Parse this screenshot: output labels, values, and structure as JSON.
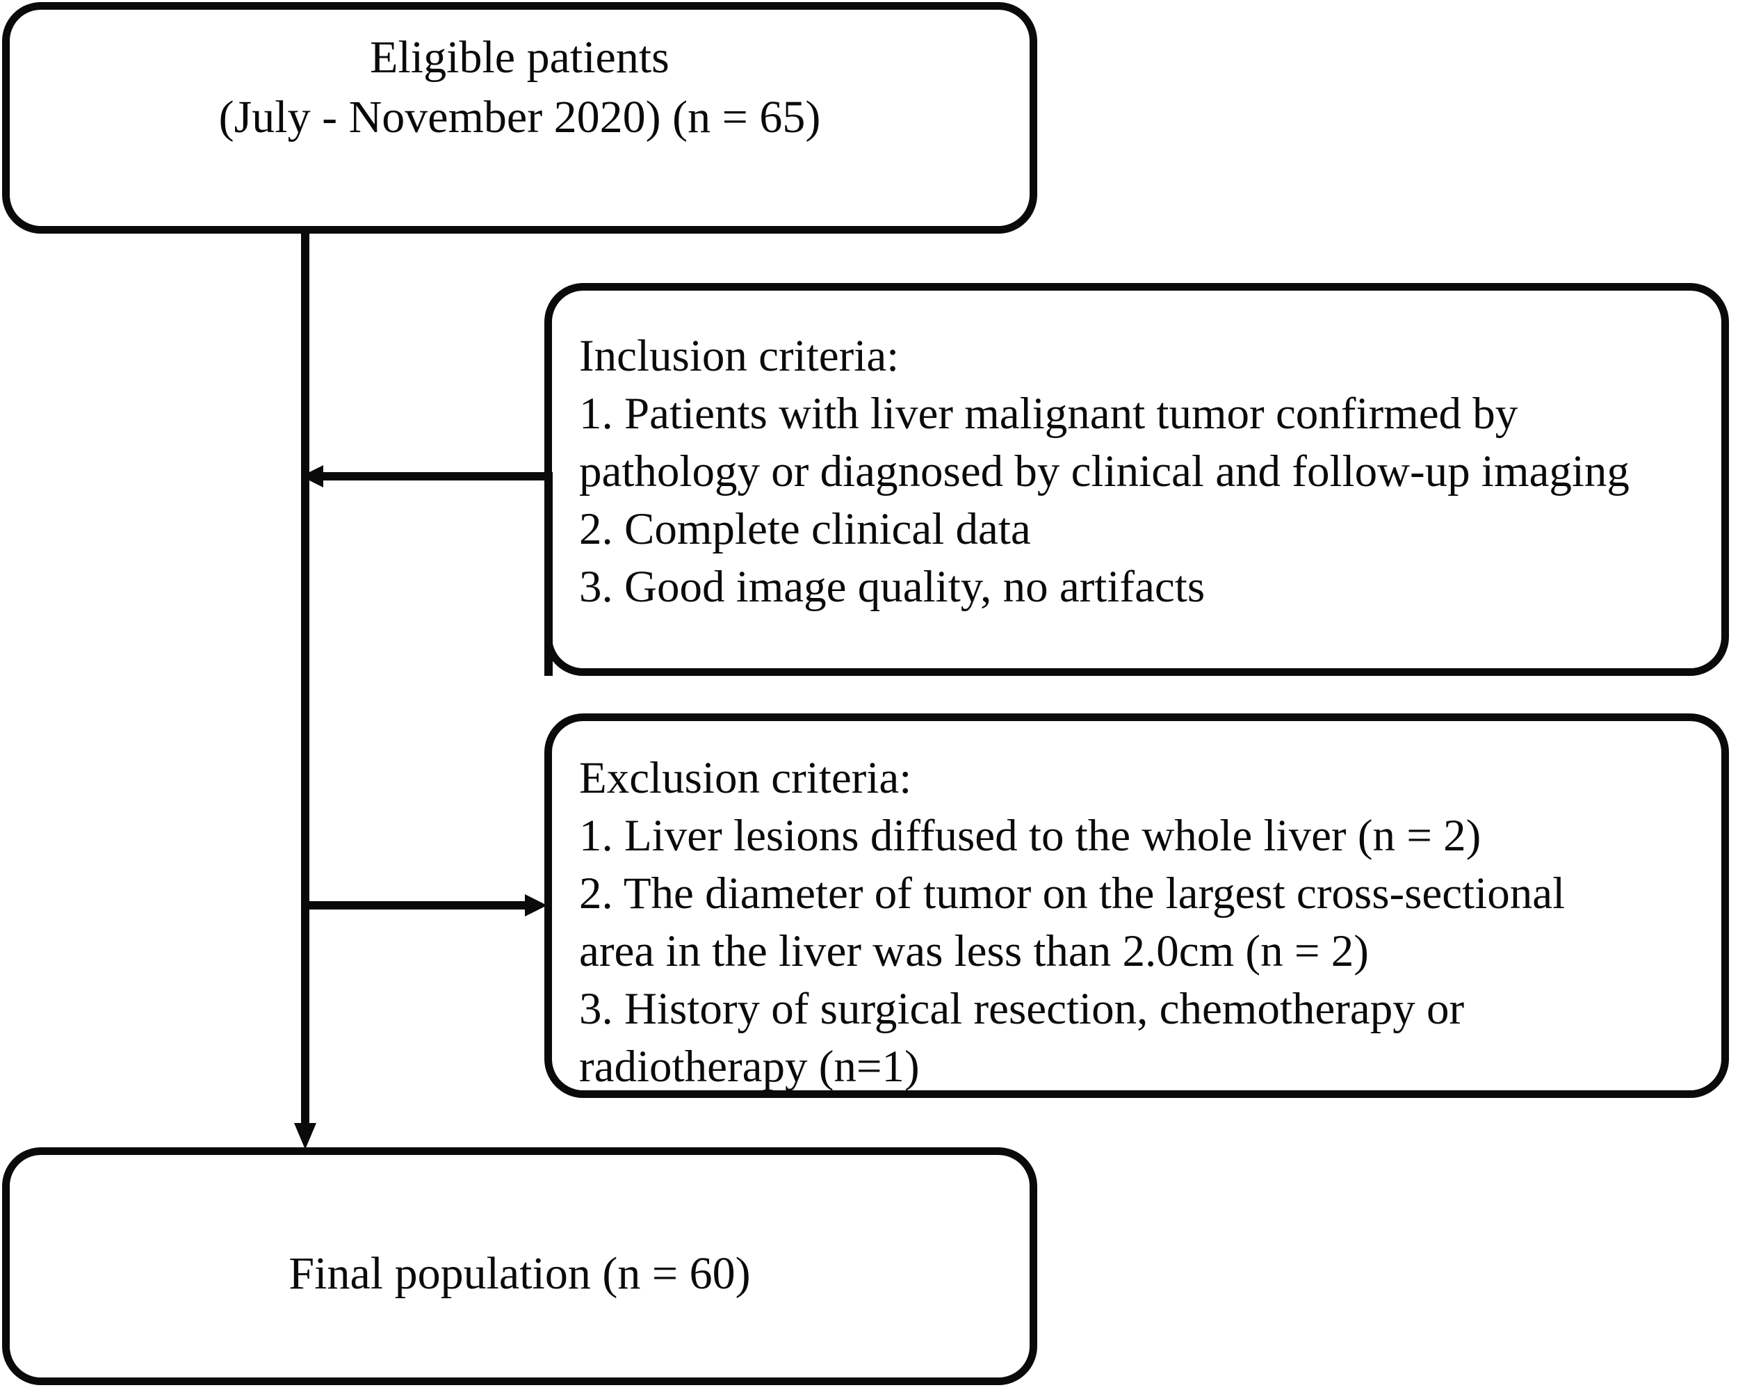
{
  "diagram": {
    "type": "flowchart",
    "title": "Patient selection flowchart",
    "accent_color": "#0a0a0a",
    "background_color": "#ffffff",
    "nodes": {
      "eligible": {
        "label": "Eligible patients\n(July - November 2020) (n = 65)",
        "line1": "Eligible patients",
        "line2": "(July - November 2020) (n = 65)",
        "count": 65,
        "period": "July - November 2020"
      },
      "inclusion": {
        "heading": "Inclusion criteria:",
        "items": [
          "1. Patients with liver malignant tumor confirmed by pathology or diagnosed by clinical and follow-up imaging",
          "2. Complete clinical data",
          "3. Good image quality, no artifacts"
        ],
        "label": "Inclusion criteria:\n1. Patients with liver malignant tumor confirmed by\npathology or diagnosed by clinical and follow-up imaging\n2. Complete clinical data\n3. Good image quality, no artifacts"
      },
      "exclusion": {
        "heading": "Exclusion criteria:",
        "items": [
          "1. Liver lesions diffused to the whole liver (n = 2)",
          "2. The diameter of tumor on the largest cross-sectional area in the liver was less than 2.0cm (n = 2)",
          "3. History of surgical resection, chemotherapy or radiotherapy (n=1)"
        ],
        "label": "Exclusion criteria:\n1. Liver lesions diffused to the whole liver (n = 2)\n2. The diameter of tumor on the largest cross-sectional\narea in the liver was less than 2.0cm (n = 2)\n3. History of surgical resection, chemotherapy or\nradiotherapy (n=1)"
      },
      "final": {
        "label": "Final population (n = 60)",
        "count": 60
      }
    },
    "edges": [
      {
        "id": "eligible-to-final",
        "from": "eligible",
        "to": "final",
        "direction": "down",
        "arrow": true
      },
      {
        "id": "inclusion-to-trunk",
        "from": "inclusion",
        "to": "eligible-to-final",
        "direction": "left",
        "arrow": true
      },
      {
        "id": "trunk-to-exclusion",
        "from": "eligible-to-final",
        "to": "exclusion",
        "direction": "right",
        "arrow": true
      }
    ]
  }
}
